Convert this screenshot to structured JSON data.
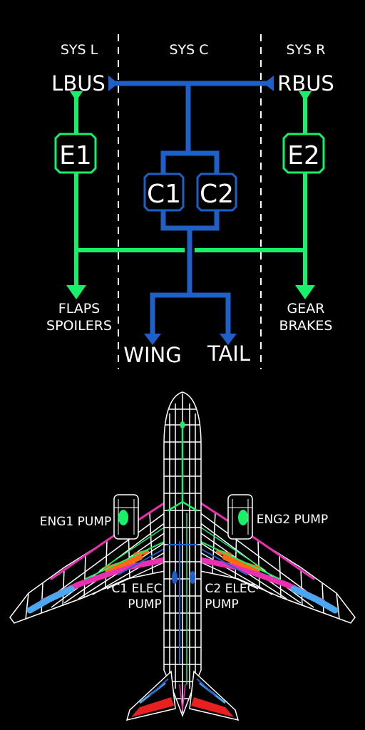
{
  "labels": {
    "sys_l": "SYS L",
    "sys_c": "SYS C",
    "sys_r": "SYS R",
    "lbus": "LBUS",
    "rbus": "RBUS",
    "e1": "E1",
    "e2": "E2",
    "c1": "C1",
    "c2": "C2",
    "flaps": "FLAPS",
    "spoilers": "SPOILERS",
    "gear": "GEAR",
    "brakes": "BRAKES",
    "wing": "WING",
    "tail": "TAIL"
  },
  "aircraft": {
    "eng1_pump": "ENG1 PUMP",
    "eng2_pump": "ENG2 PUMP",
    "c1_elec_line1": "C1 ELEC",
    "c1_elec_line2": "PUMP",
    "c2_elec_line1": "C2 ELEC",
    "c2_elec_line2": "PUMP"
  },
  "colors": {
    "green_system": "#18f06a",
    "blue_system": "#1f5fc8",
    "background": "#000000",
    "text": "#ffffff",
    "wing_magenta": "#e830b0",
    "wing_blue": "#4aa8f0",
    "wing_orange": "#ff6a10",
    "tail_red": "#e82020"
  }
}
